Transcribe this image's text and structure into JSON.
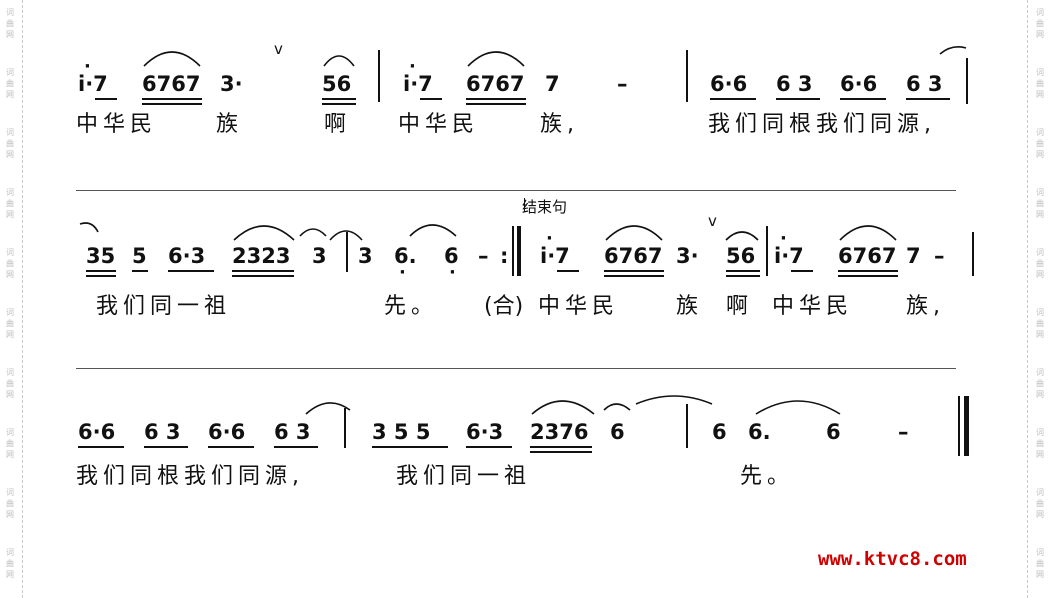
{
  "side_margin": {
    "glyph": "词曲网"
  },
  "system1": {
    "notes": [
      "i·7",
      "6767",
      "3·",
      "56",
      "i·7",
      "6767",
      "7",
      "–",
      "6·6",
      "6 3",
      "6·6",
      "6 3"
    ],
    "breath_mark": "v",
    "lyrics": [
      "中华民",
      "族",
      "啊",
      "中华民",
      "族,",
      "我们同根我们同源,"
    ]
  },
  "system2": {
    "notes": [
      "35",
      "5",
      "6·3",
      "2323",
      "3",
      "3",
      "6.",
      "6",
      "–",
      "i·7",
      "6767",
      "3·",
      "56",
      "i·7",
      "6767",
      "7",
      "–"
    ],
    "ending_label": "结束句",
    "breath_mark": "v",
    "lyrics": [
      "我们同一祖",
      "先。",
      "(合)",
      "中华民",
      "族",
      "啊",
      "中华民",
      "族,"
    ]
  },
  "system3": {
    "notes": [
      "6·6",
      "6 3",
      "6·6",
      "6 3",
      "3 5 5",
      "6·3",
      "2376",
      "6",
      "6",
      "6.",
      "6",
      "–"
    ],
    "lyrics": [
      "我们同根我们同源,",
      "我们同一祖",
      "先。"
    ]
  },
  "watermark": {
    "text": "www.ktvc8.com"
  }
}
